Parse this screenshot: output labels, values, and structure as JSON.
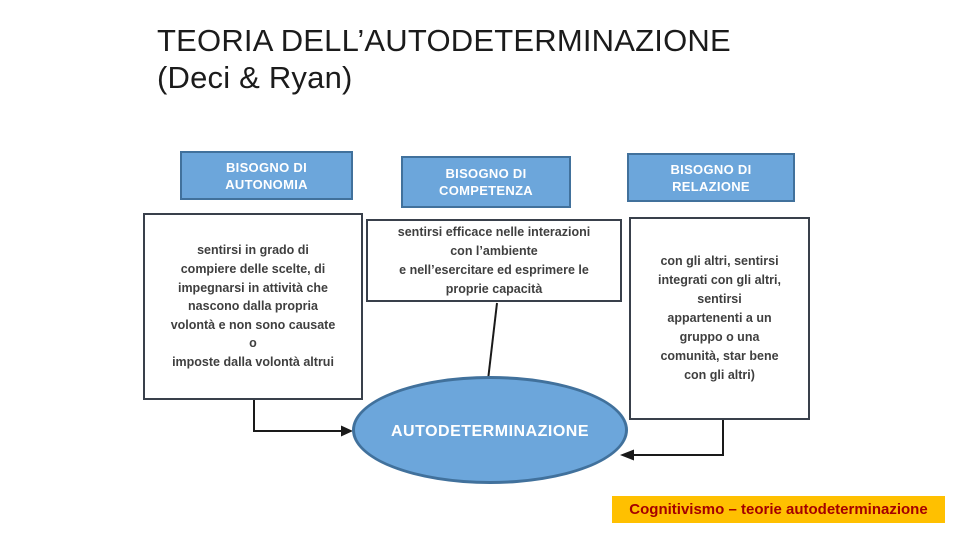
{
  "title": "TEORIA DELL’AUTODETERMINAZIONE\n(Deci & Ryan)",
  "needs": [
    {
      "header": "BISOGNO DI\nAUTONOMIA",
      "body": "sentirsi in grado di\ncompiere delle scelte, di\nimpegnarsi in attività che\nnascono dalla propria\nvolontà e non sono causate\no\nimposte dalla volontà altrui"
    },
    {
      "header": "BISOGNO DI\nCOMPETENZA",
      "body": "sentirsi efficace nelle interazioni\ncon l’ambiente\ne nell’esercitare ed esprimere le\nproprie capacità"
    },
    {
      "header": "BISOGNO DI\nRELAZIONE",
      "body": "con gli altri, sentirsi\nintegrati con gli altri,\nsentirsi\nappartenenti a un\ngruppo o una\ncomunità, star bene\ncon gli altri)"
    }
  ],
  "ellipse_label": "AUTODETERMINAZIONE",
  "footer_tag": "Cognitivismo – teorie autodeterminazione",
  "colors": {
    "node_fill": "#6CA6DB",
    "node_border": "#41719C",
    "box_border": "#39404B",
    "body_text": "#3F3F3F",
    "title_text": "#1B1B1B",
    "connector": "#1A1A1A",
    "tag_bg": "#FFC000",
    "tag_text": "#A40000"
  }
}
